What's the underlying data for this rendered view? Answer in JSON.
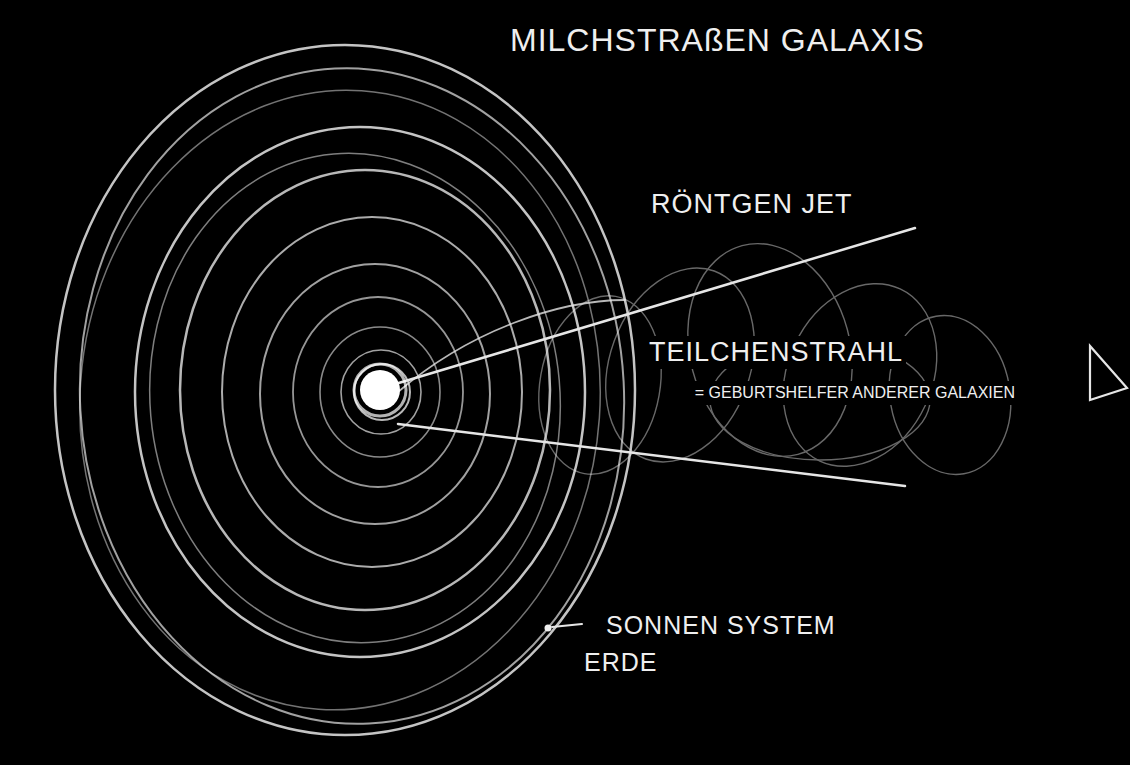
{
  "diagram": {
    "title": "MILCHSTRAßEN GALAXIS",
    "labels": [
      "RÖNTGEN JET",
      "TEILCHENSTRAHL",
      "= GEBURTSHELFER ANDERER GALAXIEN",
      "SONNEN SYSTEM",
      "ERDE"
    ]
  }
}
